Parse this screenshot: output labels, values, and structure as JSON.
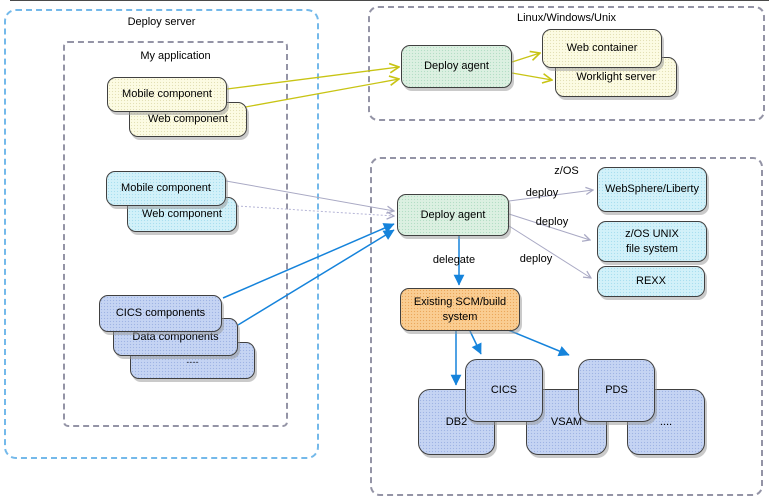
{
  "diagram": {
    "containers": {
      "deploy_server": "Deploy server",
      "my_application": "My application",
      "linux_windows_unix": "Linux/Windows/Unix",
      "zos": "z/OS"
    },
    "nodes": {
      "mobile_component_app": "Mobile component",
      "web_component_app": "Web component",
      "mobile_component_built": "Mobile component",
      "web_component_built": "Web component",
      "cics_components": "CICS components",
      "data_components": "Data components",
      "more_components": "....",
      "deploy_agent_distributed": "Deploy agent",
      "web_container": "Web container",
      "worklight_server": "Worklight server",
      "deploy_agent_zos": "Deploy agent",
      "websphere_liberty": "WebSphere/Liberty",
      "zos_unix_file_system": "z/OS UNIX\nfile system",
      "rexx": "REXX",
      "existing_scm_build_system": "Existing SCM/build\nsystem",
      "db2": "DB2",
      "cics": "CICS",
      "vsam": "VSAM",
      "pds": "PDS",
      "more_targets": "...."
    },
    "edge_labels": {
      "deploy_to_websphere": "deploy",
      "deploy_to_unix_fs": "deploy",
      "deploy_to_rexx": "deploy",
      "delegate": "delegate"
    },
    "colors": {
      "component_cream": "#FCFBE3",
      "component_cyan": "#D2F1F9",
      "component_purple": "#C5D4F3",
      "agent_green": "#DCF0E1",
      "scm_orange": "#FACD92",
      "arrow_yellow": "#C8C414",
      "arrow_gray": "#A9A9C4",
      "arrow_blue": "#1583DB",
      "deploy_server_border": "#74B9EA",
      "container_border": "#9494A6"
    }
  }
}
